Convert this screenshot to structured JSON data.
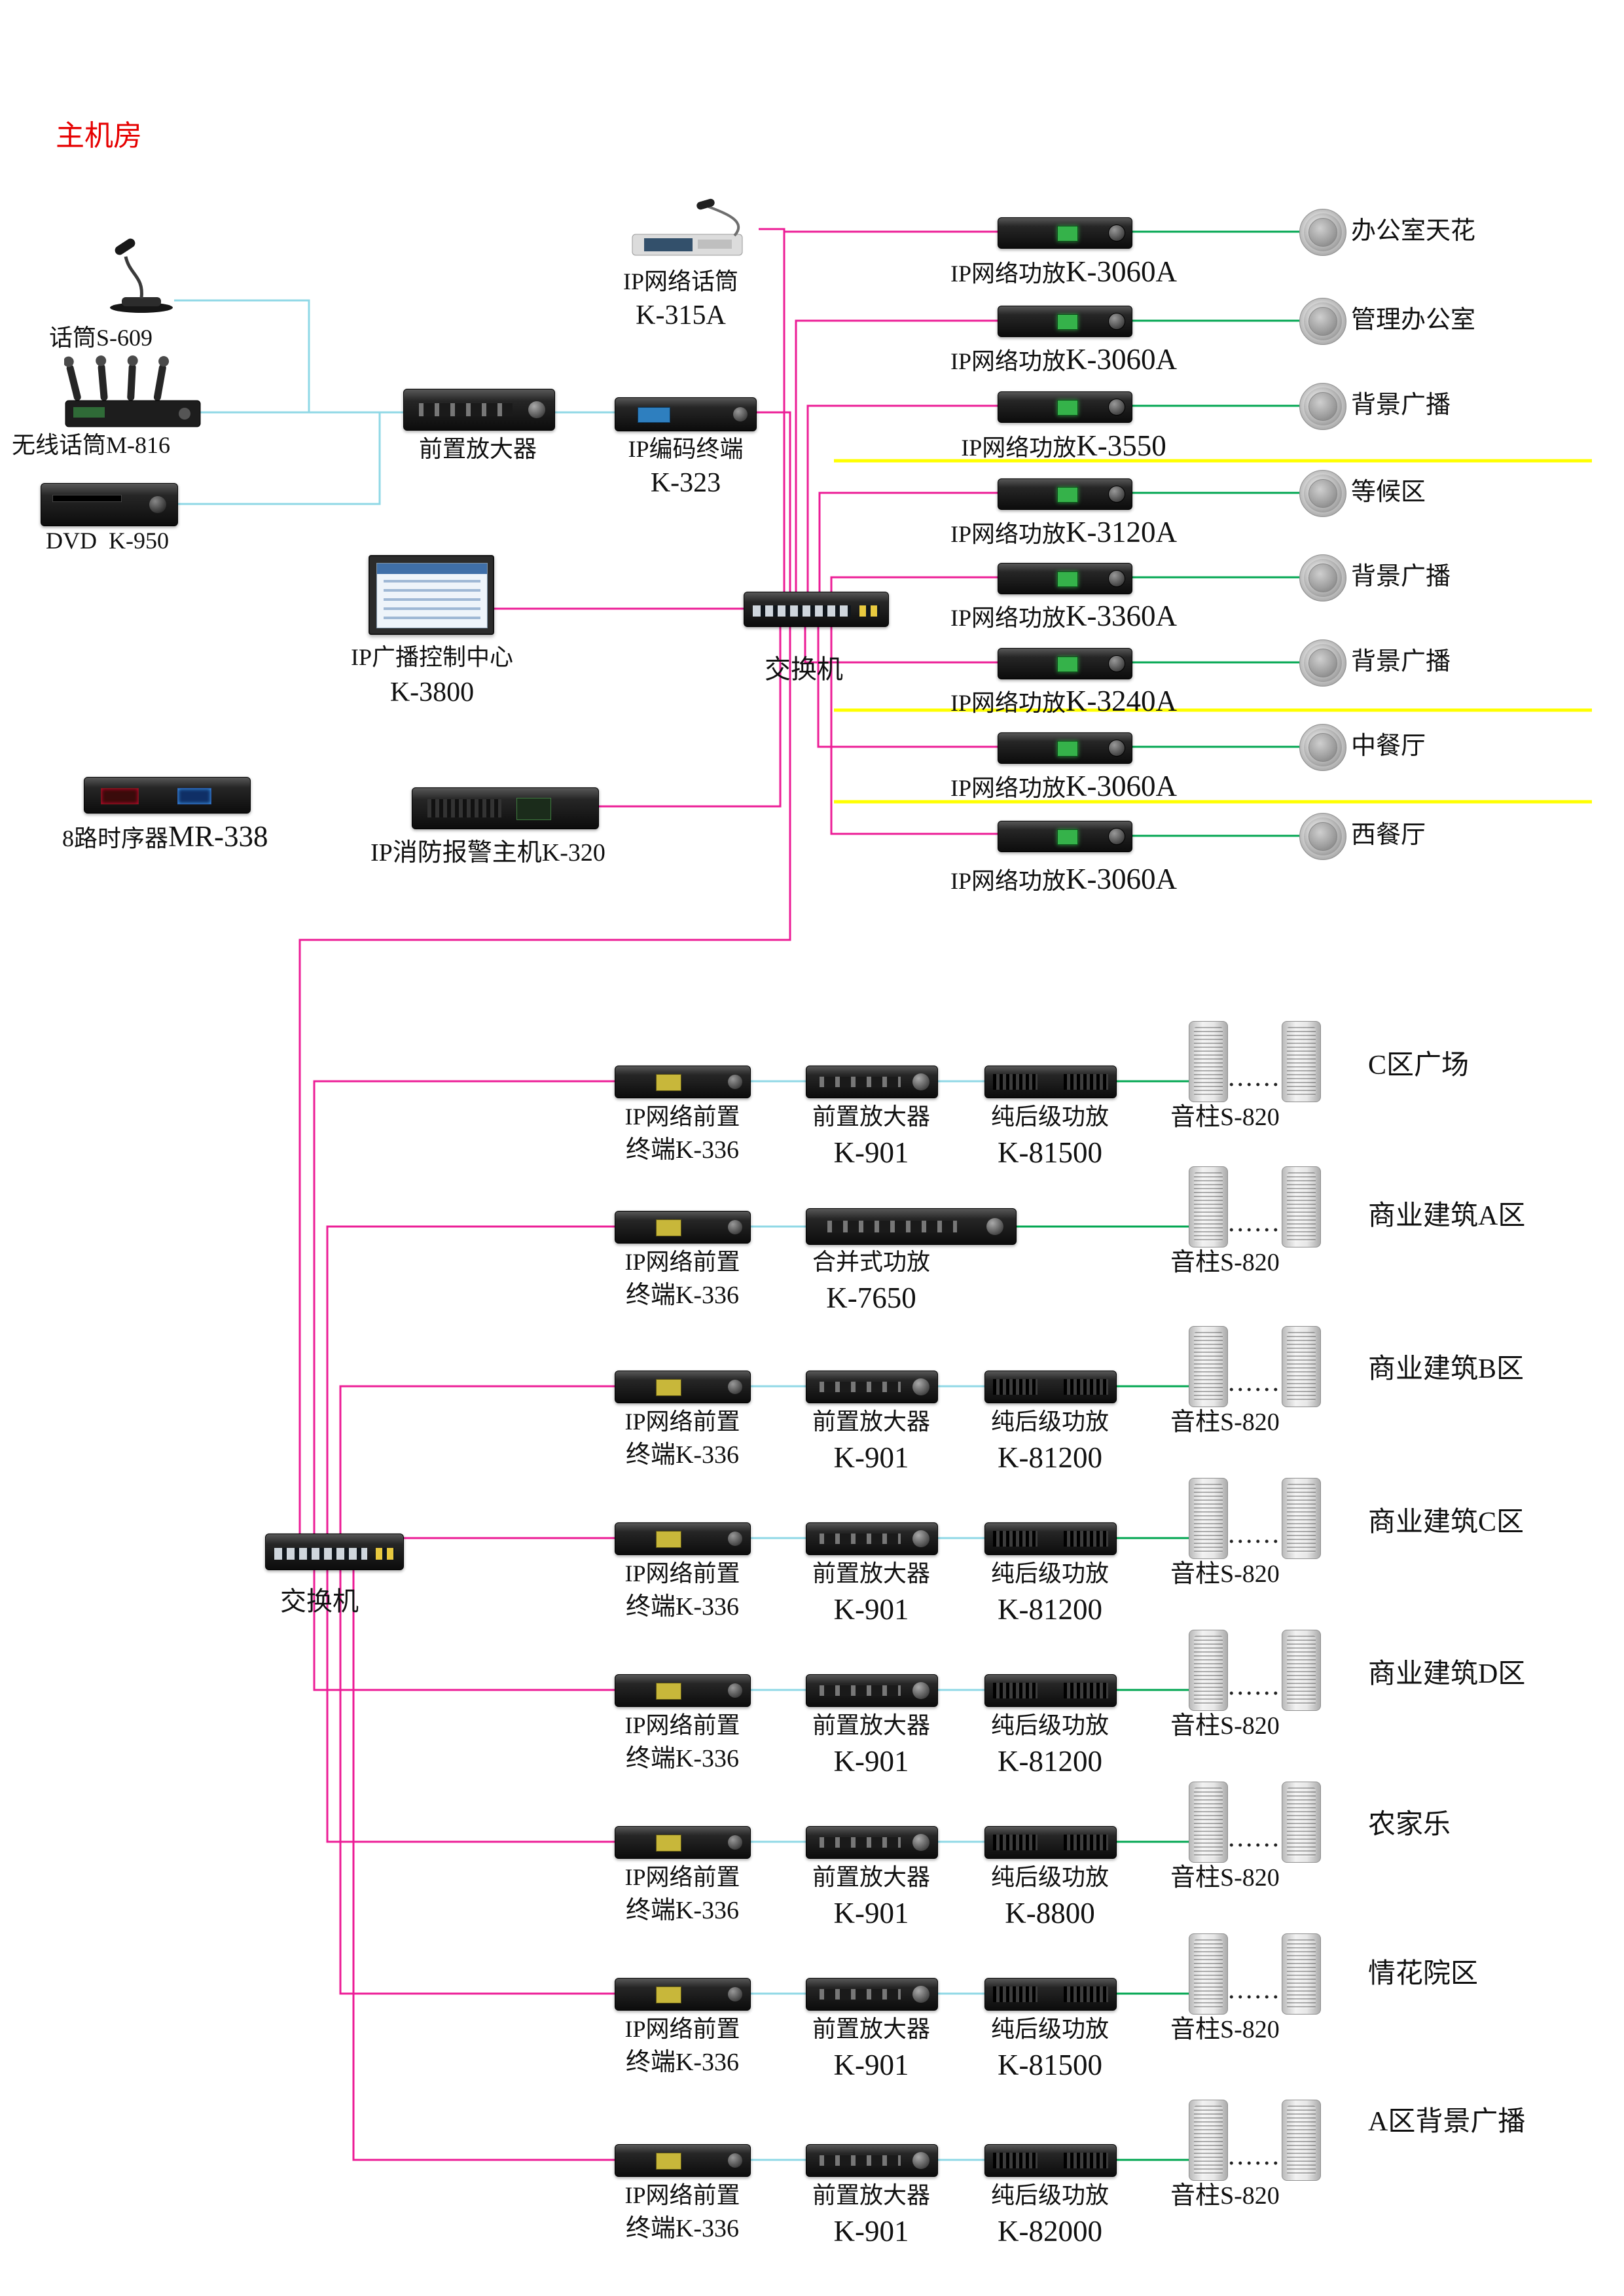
{
  "page": {
    "title": "主机房"
  },
  "devices": {
    "mic": "话筒S-609",
    "wireless": "无线话筒M-816",
    "dvd": "DVD  K-950",
    "preamp": "前置放大器",
    "encoder1": "IP编码终端",
    "encoder2": "K-323",
    "ipmic1": "IP网络话筒",
    "ipmic2": "K-315A",
    "control1": "IP广播控制中心",
    "control2": "K-3800",
    "switch_top": "交换机",
    "seq_prefix": "8路时序器",
    "seq_model": "MR-338",
    "fire": "IP消防报警主机K-320",
    "switch_bottom": "交换机"
  },
  "amp_rows": [
    {
      "prefix": "IP网络功放",
      "model": "K-3060A",
      "zone": "办公室天花"
    },
    {
      "prefix": "IP网络功放",
      "model": "K-3060A",
      "zone": "管理办公室"
    },
    {
      "prefix": "IP网络功放",
      "model": "K-3550",
      "zone": "背景广播"
    },
    {
      "prefix": "IP网络功放",
      "model": "K-3120A",
      "zone": "等候区"
    },
    {
      "prefix": "IP网络功放",
      "model": "K-3360A",
      "zone": "背景广播"
    },
    {
      "prefix": "IP网络功放",
      "model": "K-3240A",
      "zone": "背景广播"
    },
    {
      "prefix": "IP网络功放",
      "model": "K-3060A",
      "zone": "中餐厅"
    },
    {
      "prefix": "IP网络功放",
      "model": "K-3060A",
      "zone": "西餐厅"
    }
  ],
  "zone_rows": [
    {
      "t1": "IP网络前置",
      "t2": "终端K-336",
      "m1": "前置放大器",
      "m2": "K-901",
      "p1": "纯后级功放",
      "p2": "K-81500",
      "dots": "......",
      "spk": "音柱S-820",
      "zone": "C区广场"
    },
    {
      "t1": "IP网络前置",
      "t2": "终端K-336",
      "m1": "合并式功放",
      "m2": "K-7650",
      "dots": "......",
      "spk": "音柱S-820",
      "zone": "商业建筑A区"
    },
    {
      "t1": "IP网络前置",
      "t2": "终端K-336",
      "m1": "前置放大器",
      "m2": "K-901",
      "p1": "纯后级功放",
      "p2": "K-81200",
      "dots": "......",
      "spk": "音柱S-820",
      "zone": "商业建筑B区"
    },
    {
      "t1": "IP网络前置",
      "t2": "终端K-336",
      "m1": "前置放大器",
      "m2": "K-901",
      "p1": "纯后级功放",
      "p2": "K-81200",
      "dots": "......",
      "spk": "音柱S-820",
      "zone": "商业建筑C区"
    },
    {
      "t1": "IP网络前置",
      "t2": "终端K-336",
      "m1": "前置放大器",
      "m2": "K-901",
      "p1": "纯后级功放",
      "p2": "K-81200",
      "dots": "......",
      "spk": "音柱S-820",
      "zone": "商业建筑D区"
    },
    {
      "t1": "IP网络前置",
      "t2": "终端K-336",
      "m1": "前置放大器",
      "m2": "K-901",
      "p1": "纯后级功放",
      "p2": "K-8800",
      "dots": "......",
      "spk": "音柱S-820",
      "zone": "农家乐"
    },
    {
      "t1": "IP网络前置",
      "t2": "终端K-336",
      "m1": "前置放大器",
      "m2": "K-901",
      "p1": "纯后级功放",
      "p2": "K-81500",
      "dots": "......",
      "spk": "音柱S-820",
      "zone": "情花院区"
    },
    {
      "t1": "IP网络前置",
      "t2": "终端K-336",
      "m1": "前置放大器",
      "m2": "K-901",
      "p1": "纯后级功放",
      "p2": "K-82000",
      "dots": "......",
      "spk": "音柱S-820",
      "zone": "A区背景广播"
    }
  ],
  "colors": {
    "magenta": "#ec1c96",
    "cyan": "#8fd8e6",
    "green": "#00a650",
    "yellow": "#ffff00",
    "title_red": "#e60000"
  }
}
